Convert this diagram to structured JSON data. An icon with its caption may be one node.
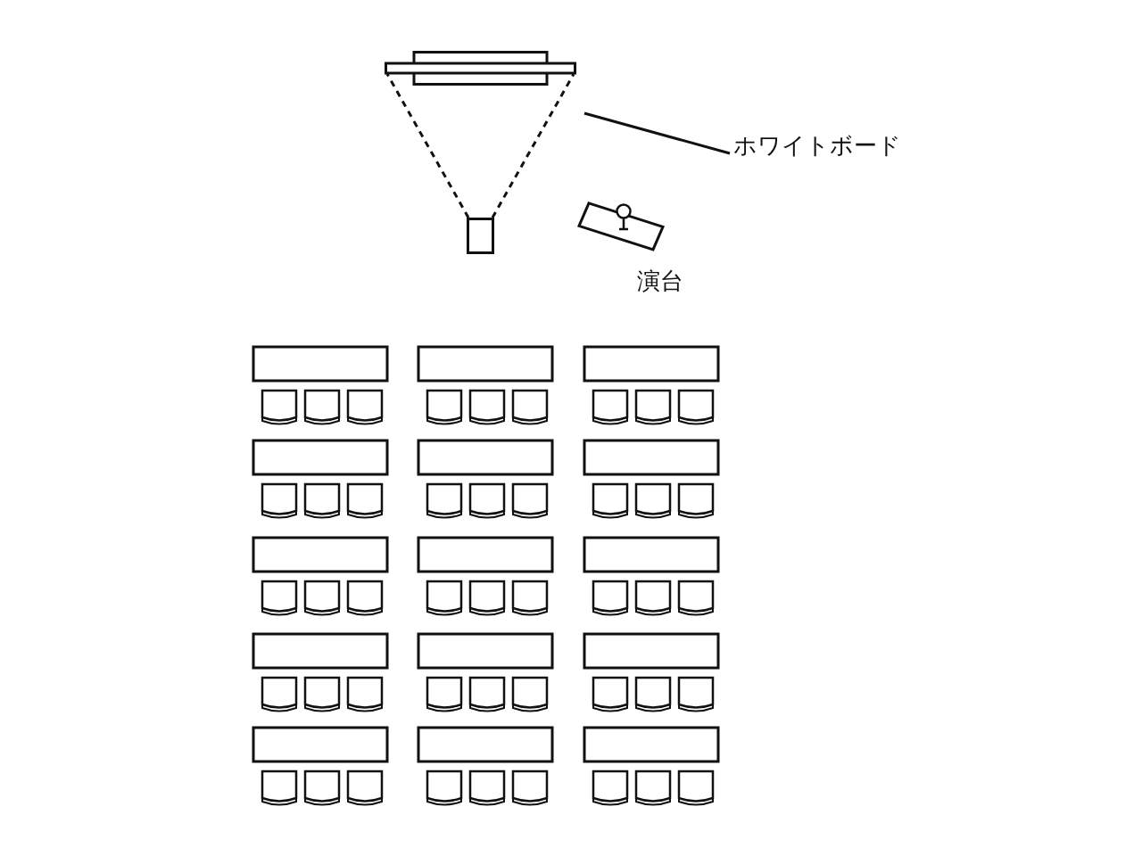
{
  "diagram": {
    "nodes": [
      {
        "text": [],
        "shape": "box"
      },
      {
        "text": [
          "ホワイトボード"
        ]
      },
      {
        "text": [],
        "shape": "box"
      },
      {
        "text": [
          "演台"
        ]
      }
    ],
    "edges": [
      {
        "from": 2,
        "to": 0,
        "arrow": "none",
        "style": "dashed"
      },
      {
        "from": 2,
        "to": 0,
        "arrow": "none",
        "style": "dashed"
      },
      {
        "from": 1,
        "to": 0,
        "arrow": "none"
      }
    ]
  }
}
